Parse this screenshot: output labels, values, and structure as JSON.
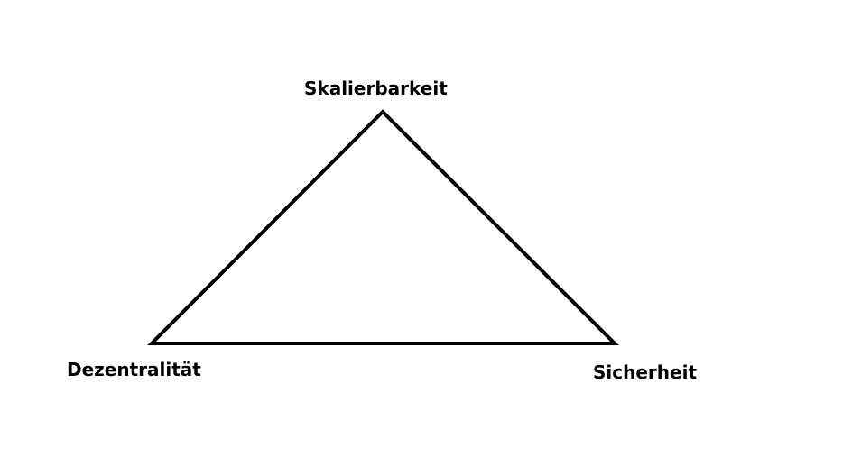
{
  "diagram": {
    "labels": {
      "top": "Skalierbarkeit",
      "bottom_left": "Dezentralität",
      "bottom_right": "Sicherheit"
    },
    "line_color": "#000000",
    "background_color": "#ffffff"
  }
}
